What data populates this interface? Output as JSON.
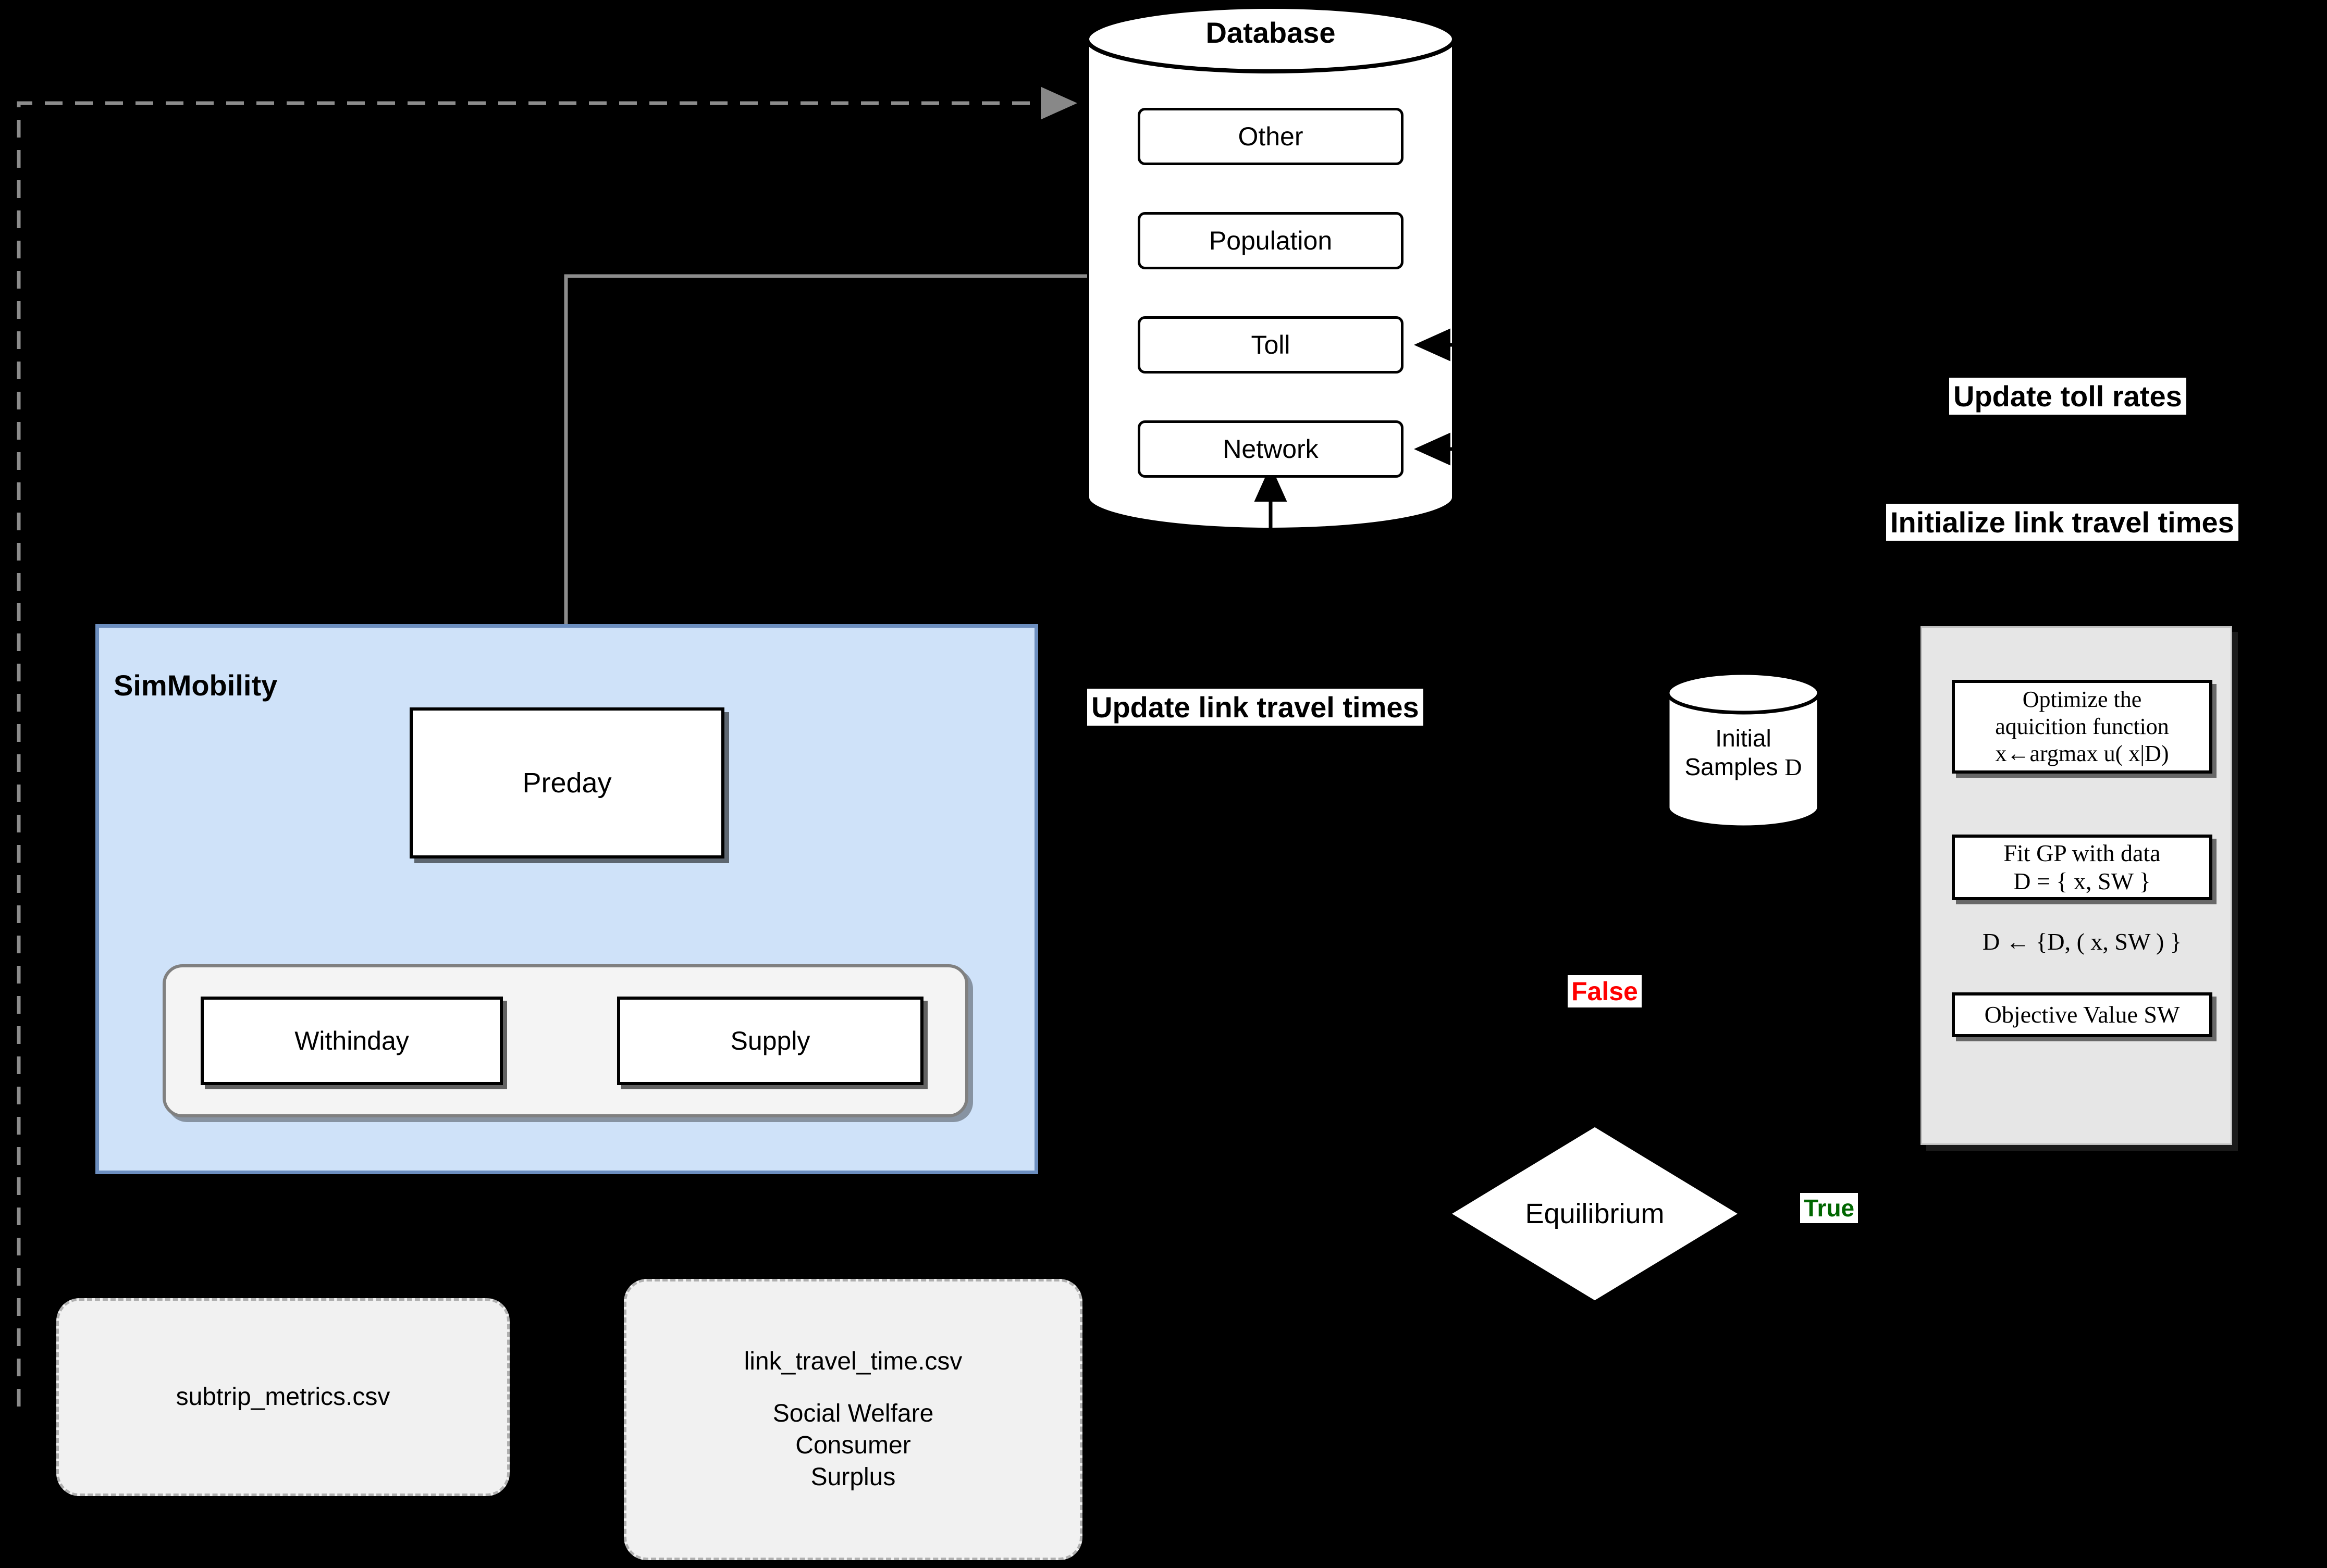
{
  "diagram": {
    "title": "SimMobility Bayesian-optimization toll pricing loop",
    "background_color": "#000000"
  },
  "database": {
    "title": "Database",
    "entries": [
      {
        "label": "Other"
      },
      {
        "label": "Population"
      },
      {
        "label": "Toll"
      },
      {
        "label": "Network"
      }
    ]
  },
  "simmobility": {
    "label": "SimMobility",
    "fill_color": "#cfe2f9",
    "border_color": "#6c8ebf",
    "preday": "Preday",
    "inner_group": {
      "withinday": "Withinday",
      "supply": "Supply"
    }
  },
  "outputs": {
    "subtrip_metrics": "subtrip_metrics.csv",
    "link_travel_time": {
      "filename": "link_travel_time.csv",
      "metrics": "Social Welfare\nConsumer\nSurplus",
      "metrics_lines": [
        "Social Welfare",
        "Consumer",
        "Surplus"
      ]
    }
  },
  "decision": {
    "label": "Equilibrium",
    "false_label": "False",
    "true_label": "True",
    "false_color": "#ff0000",
    "true_color": "#006600"
  },
  "initial_samples": {
    "line1": "Initial",
    "line2": "Samples ",
    "symbol": "D"
  },
  "bayesian_optimization": {
    "fill_color": "#e6e6e6",
    "acquisition": {
      "line1": "Optimize the",
      "line2": "aquicition function",
      "line3": "x←argmax u( x|D)"
    },
    "fit_gp": {
      "line1": "Fit GP with data",
      "line2": "D = { x, SW }"
    },
    "data_update": "D ← {D, ( x, SW ) }",
    "objective": "Objective Value SW"
  },
  "captions": {
    "update_toll_rates": "Update toll rates",
    "initialize_link_travel_times": "Initialize link travel times",
    "update_link_travel_times": "Update link travel times"
  }
}
